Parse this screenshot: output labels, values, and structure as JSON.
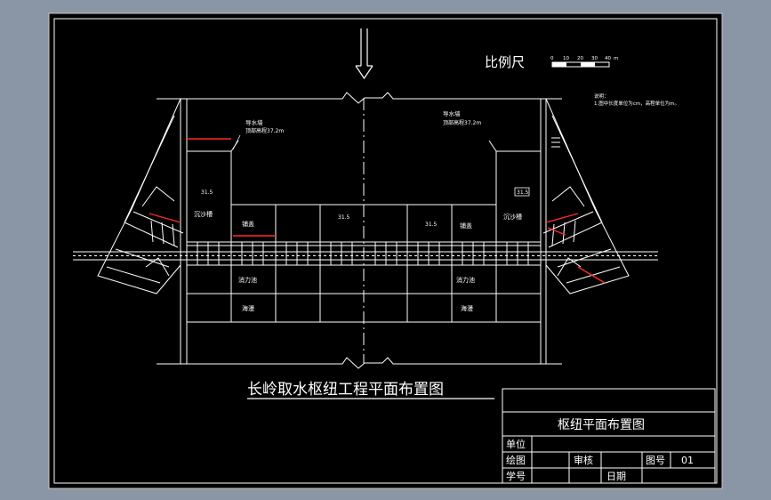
{
  "drawing": {
    "title": "长岭取水枢纽工程平面布置图",
    "scale_label": "比例尺",
    "scale_ticks": [
      "0",
      "10",
      "20",
      "30",
      "40"
    ],
    "scale_unit": "m",
    "notes_title": "说明：",
    "notes_line": "1.图中长度单位为cm，高程单位为m。",
    "left_wall_label": "导水墙",
    "left_wall_elev": "顶部高程37.2m",
    "right_wall_label": "导水墙",
    "right_wall_elev": "顶部高程37.2m",
    "elev_left": "31.5",
    "elev_center": "31.5",
    "elev_center_right": "31.5",
    "elev_right": "31.5",
    "left_basin": "沉沙槽",
    "right_basin": "沉沙槽",
    "left_apron": "铺盖",
    "right_apron": "铺盖",
    "left_stilling": "消力池",
    "right_stilling": "消力池",
    "left_riprap": "海漫",
    "right_riprap": "海漫"
  },
  "title_block": {
    "name": "枢纽平面布置图",
    "unit_label": "单位",
    "drawn_label": "绘图",
    "review_label": "审核",
    "number_label": "图号",
    "number_value": "01",
    "student_label": "学号",
    "date_label": "日期"
  },
  "colors": {
    "background": "#000000",
    "line": "#ffffff",
    "dimension": "#ff2a2a",
    "frame_bg": "#8a96a6"
  }
}
